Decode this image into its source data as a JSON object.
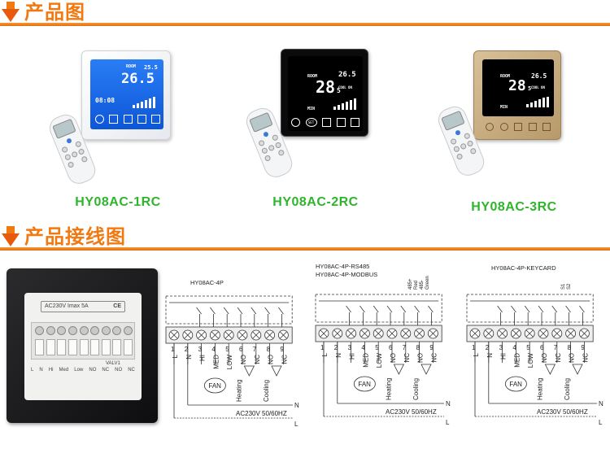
{
  "sections": {
    "products_title": "产品图",
    "wiring_title": "产品接线图"
  },
  "colors": {
    "accent_orange": "#f07a12",
    "label_green": "#2fb52c"
  },
  "products": [
    {
      "model": "HY08AC-1RC",
      "panel_color": "white",
      "screen_color": "blue"
    },
    {
      "model": "HY08AC-2RC",
      "panel_color": "black",
      "screen_color": "black"
    },
    {
      "model": "HY08AC-3RC",
      "panel_color": "gold",
      "screen_color": "black"
    }
  ],
  "lcd": {
    "room_label": "ROOM",
    "set_temp": "28",
    "set_decimal": "5",
    "room_temp": "26.5",
    "room_temp_2": "25.5",
    "clock": "08:08",
    "mode_cool": "COOL ON",
    "fan_label": "MIN",
    "set_button": "SET"
  },
  "back_panel": {
    "rating": "AC230V  Imax 5A",
    "ce": "CE",
    "terminal_labels": [
      "L",
      "N",
      "Hi",
      "Med",
      "Low",
      "NO",
      "NC",
      "NO",
      "NC"
    ],
    "valve_label": "VALV1"
  },
  "diagrams": [
    {
      "title_lines": [
        "HY08AC-4P"
      ],
      "terminals": [
        "1",
        "2",
        "3",
        "4",
        "5",
        "6",
        "7",
        "8",
        "9"
      ],
      "wire_labels": [
        "L",
        "N",
        "HI",
        "MED",
        "LOW",
        "NO",
        "NC",
        "NO",
        "NC"
      ],
      "fan_label": "FAN",
      "heating_label": "Heating",
      "cooling_label": "Cooling",
      "line_n": "N",
      "line_l": "L",
      "supply": "AC230V   50/60HZ",
      "extra_terminals": []
    },
    {
      "title_lines": [
        "HY08AC-4P-RS485",
        "HY08AC-4P-MODBUS"
      ],
      "terminals": [
        "1",
        "2",
        "3",
        "4",
        "5",
        "6",
        "7",
        "8",
        "9"
      ],
      "wire_labels": [
        "L",
        "N",
        "HI",
        "MED",
        "LOW",
        "NO",
        "NC",
        "NO",
        "NC"
      ],
      "fan_label": "FAN",
      "heating_label": "Heating",
      "cooling_label": "Cooling",
      "line_n": "N",
      "line_l": "L",
      "supply": "AC230V   50/60HZ",
      "extra_terminals": [
        "485+",
        "Red",
        "485-",
        "Green"
      ]
    },
    {
      "title_lines": [
        "HY08AC-4P-KEYCARD"
      ],
      "terminals": [
        "1",
        "2",
        "3",
        "4",
        "5",
        "6",
        "7",
        "8",
        "9"
      ],
      "wire_labels": [
        "L",
        "N",
        "HI",
        "MED",
        "LOW",
        "NO",
        "NC",
        "NO",
        "NC"
      ],
      "fan_label": "FAN",
      "heating_label": "Heating",
      "cooling_label": "Cooling",
      "line_n": "N",
      "line_l": "L",
      "supply": "AC230V   50/60HZ",
      "extra_terminals": [
        "S1",
        "S2"
      ]
    }
  ]
}
